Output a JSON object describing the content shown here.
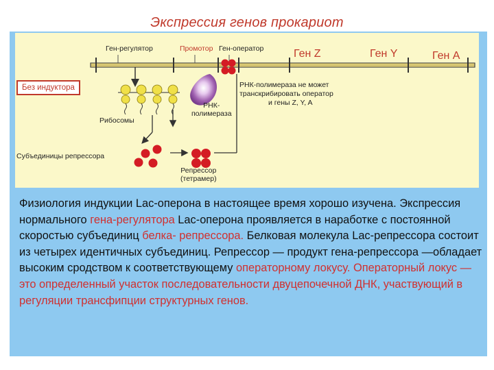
{
  "title": "Экспрессия генов прокариот",
  "diagram": {
    "labels": {
      "regulator_gene": "Ген-регулятор",
      "promoter": "Промотор",
      "operator_gene": "Ген-оператор",
      "gene_z": "Ген Z",
      "gene_y": "Ген Y",
      "gene_a": "Ген A",
      "no_inducer": "Без индуктора",
      "rna_polymerase_msg_1": "РНК-полимераза не может",
      "rna_polymerase_msg_2": "транскрибировать оператор",
      "rna_polymerase_msg_3": "и гены Z, Y, A",
      "rna_polymerase_1": "РНК-",
      "rna_polymerase_2": "полимераза",
      "ribosomes": "Рибосомы",
      "repressor_subunits": "Субъединицы репрессора",
      "repressor_1": "Репрессор",
      "repressor_2": "(тетрамер)"
    },
    "colors": {
      "dna": "#f4e07a",
      "repressor": "#d41c24",
      "ribosome": "#f0e048",
      "polymerase": "#9a5aa8",
      "accent": "#c0392b"
    }
  },
  "text": {
    "p1": "Физиология индукции Lac-оперона в настоящее время хорошо изучена. Экспрессия нормального ",
    "r1": "гена-регулятора",
    "p2": " Lac-оперона проявляется в наработке с постоянной скоростью субъединиц ",
    "r2": "белка- репрессора.",
    "p3": " Белковая молекула Lac-репрессора состоит из четырех идентичных субъединиц. Репрессор — продукт гена-репрессора —обладает высоким сродством к соответствующему ",
    "r3": "операторному локусу.",
    "r4": "Операторный локус — это определенный участок последовательности двуцепочечной ДНК, участвующий в регуляции трансфипции структурных генов."
  }
}
